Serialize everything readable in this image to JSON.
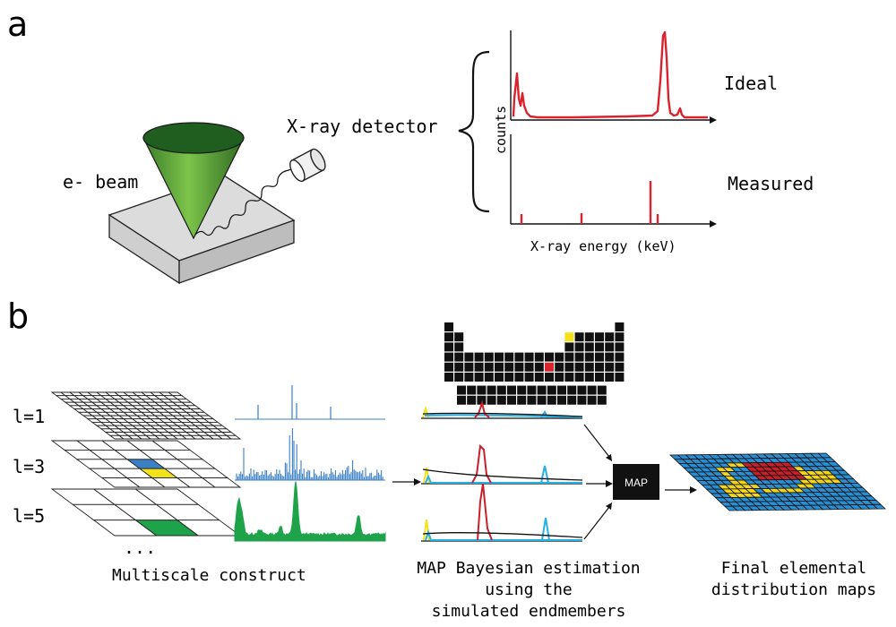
{
  "panel_a": {
    "letter": "a",
    "beam_label": "e- beam",
    "detector_label": "X-ray detector",
    "ideal_label": "Ideal",
    "measured_label": "Measured",
    "y_axis_label": "counts",
    "x_axis_label": "X-ray energy (keV)"
  },
  "panel_b": {
    "letter": "b",
    "levels": [
      "l=1",
      "l=3",
      "l=5"
    ],
    "ellipsis": "...",
    "multiscale_caption": "Multiscale construct",
    "map_box_label": "MAP",
    "map_caption_lines": [
      "MAP Bayesian estimation",
      "using the",
      "simulated endmembers"
    ],
    "final_caption_lines": [
      "Final elemental",
      "distribution maps"
    ]
  },
  "colors": {
    "cone_green": "#4a9a2c",
    "cone_top": "#1f5e1f",
    "ideal_red": "#d9232d",
    "spectrum_blue": "#3b7fc4",
    "spectrum_green": "#1ea34a",
    "cyan": "#25b0e6",
    "yellow": "#f2e21a",
    "map_red": "#c8202b",
    "map_blue": "#2a8fd2",
    "map_yellow": "#f3d61b",
    "dark": "#111111"
  }
}
